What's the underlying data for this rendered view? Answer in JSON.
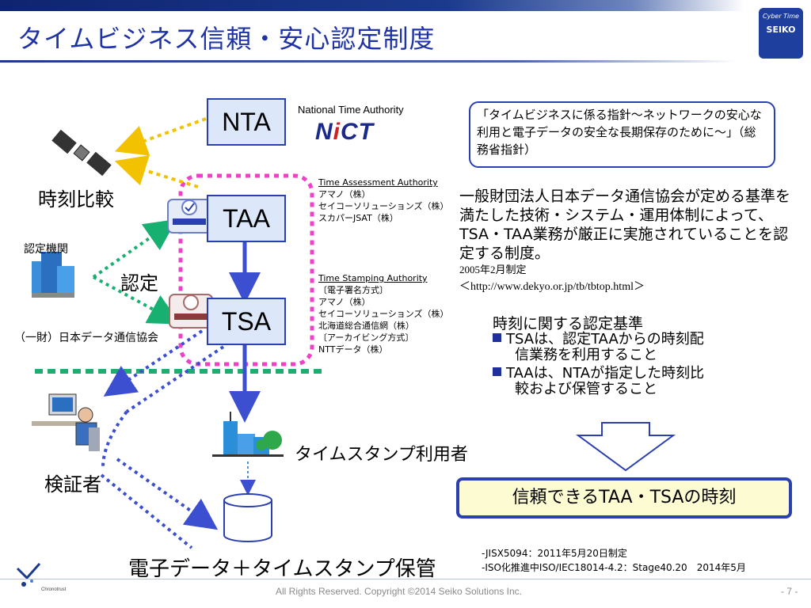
{
  "header": {
    "title": "タイムビジネス信頼・安心認定制度",
    "logo": {
      "line1": "Cyber Time",
      "line2": "SEIKO"
    }
  },
  "diagram": {
    "nta": "NTA",
    "taa": "TAA",
    "tsa": "TSA",
    "nict_label": "National Time Authority",
    "nict_logo": {
      "prefix": "N",
      "accent": "i",
      "suffix": "CT"
    },
    "taa_title": "Time Assessment Authority",
    "taa_orgs": [
      "アマノ（株）",
      "セイコーソリューションズ（株）",
      "スカパーJSAT（株）"
    ],
    "tsa_title": "Time Stamping Authority",
    "tsa_orgs": [
      "〔電子署名方式〕",
      "アマノ（株）",
      "セイコーソリューションズ（株）",
      "北海道総合通信網（株）",
      "〔アーカイビング方式〕",
      "NTTデータ（株）"
    ],
    "jikoku_hikaku": "時刻比較",
    "nintei_kikan": "認定機関",
    "nintei": "認定",
    "association": "（一財）日本データ通信協会",
    "kenshousha": "検証者",
    "user_label": "タイムスタンプ利用者",
    "storage_label": "電子データ＋タイムスタンプ保管"
  },
  "guideline": "「タイムビジネスに係る指針～ネットワークの安心な利用と電子データの安全な長期保存のために～」（総務省指針）",
  "description": "一般財団法人日本データ通信協会が定める基準を満たした技術・システム・運用体制によって、TSA・TAA業務が厳正に実施されていることを認定する制度。",
  "desc_date": "2005年2月制定",
  "desc_url": "＜http://www.dekyo.or.jp/tb/tbtop.html＞",
  "criteria": {
    "title": "時刻に関する認定基準",
    "bullets": [
      {
        "line1": "TSAは、認定TAAからの時刻配",
        "line2": "信業務を利用すること"
      },
      {
        "line1": "TAAは、NTAが指定した時刻比",
        "line2": "較および保管すること"
      }
    ]
  },
  "result": "信頼できるTAA・TSAの時刻",
  "jis_notes": [
    "-JISX5094：2011年5月20日制定",
    "-ISO化推進中ISO/IEC18014-4.2：Stage40.20　2014年5月"
  ],
  "footer": {
    "copyright": "All Rights Reserved. Copyright ©2014  Seiko Solutions Inc.",
    "page": "- 7 -",
    "chrono": "Chronotrust"
  },
  "colors": {
    "accent": "#1f33a6",
    "box_fill": "#dce7f9",
    "arrow_blue": "#3c4fd0",
    "pink_dotted": "#f040c8",
    "green_dotted": "#17b070",
    "yellow_dotted": "#f2c200",
    "result_fill": "#fdfbd2"
  }
}
